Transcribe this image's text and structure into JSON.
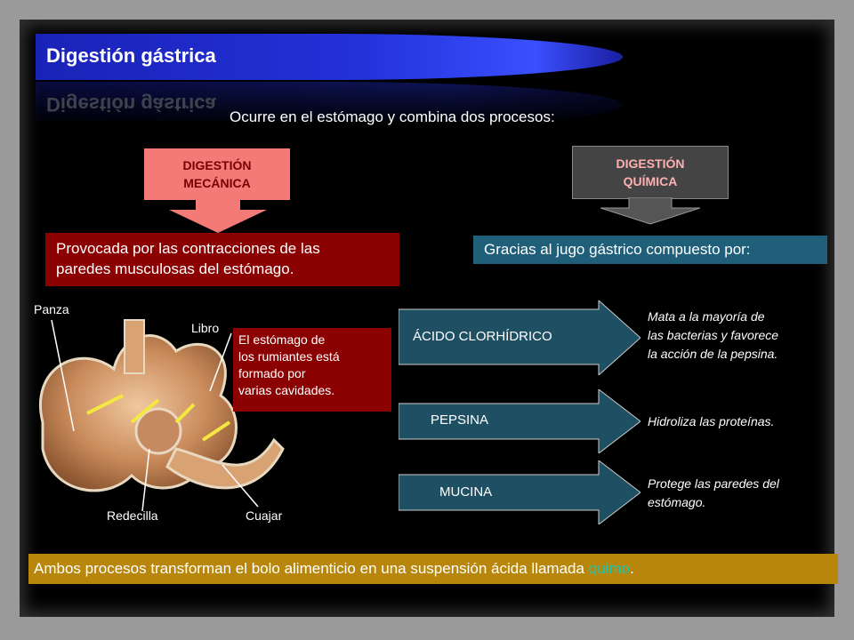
{
  "title": "Digestión gástrica",
  "intro": "Ocurre en el estómago y combina dos procesos:",
  "mechanical": {
    "label_line1": "DIGESTIÓN",
    "label_line2": "MECÁNICA",
    "description_line1": "Provocada por las contracciones de las",
    "description_line2": "paredes musculosas del estómago."
  },
  "chemical": {
    "label_line1": "DIGESTIÓN",
    "label_line2": "QUÍMICA",
    "description": "Gracias al jugo gástrico compuesto por:"
  },
  "stomach_labels": {
    "panza": "Panza",
    "libro": "Libro",
    "redecilla": "Redecilla",
    "cuajar": "Cuajar"
  },
  "ruminant_note": {
    "line1": "El estómago de",
    "line2": "los rumiantes está",
    "line3": "formado por",
    "line4": "varias cavidades."
  },
  "components": [
    {
      "name": "ÁCIDO CLORHÍDRICO",
      "effect_line1": "Mata a la mayoría de",
      "effect_line2": "las bacterias y favorece",
      "effect_line3": "la acción de la pepsina."
    },
    {
      "name": "PEPSINA",
      "effect_line1": "Hidroliza las proteínas."
    },
    {
      "name": "MUCINA",
      "effect_line1": "Protege las paredes del",
      "effect_line2": "estómago."
    }
  ],
  "conclusion": {
    "before": "Ambos procesos transforman el bolo alimenticio en una suspensión ácida llamada ",
    "highlight": "quimo",
    "after": "."
  },
  "colors": {
    "mechanical_box": "#f47a78",
    "mechanical_description": "#8b0000",
    "chemical_box": "#444444",
    "chemical_description": "#1f5f7a",
    "process_arrow": "#1f4f63",
    "conclusion_bar": "#b8860b",
    "highlight": "#20c2b0"
  }
}
